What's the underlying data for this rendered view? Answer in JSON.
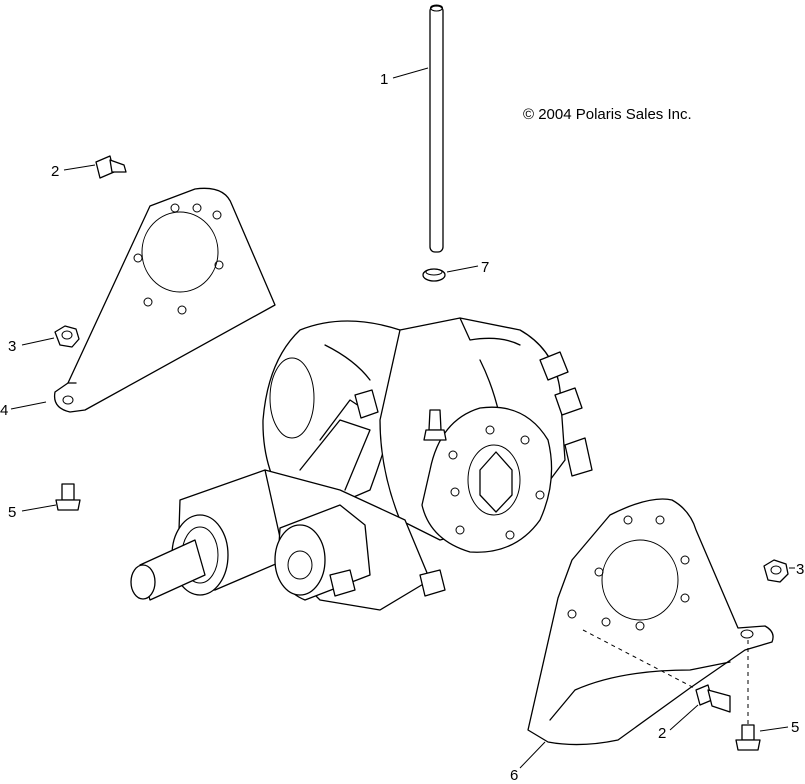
{
  "copyright": "© 2004 Polaris Sales Inc.",
  "callouts": [
    {
      "id": "1",
      "label": "1"
    },
    {
      "id": "2a",
      "label": "2"
    },
    {
      "id": "2b",
      "label": "2"
    },
    {
      "id": "3a",
      "label": "3"
    },
    {
      "id": "3b",
      "label": "3"
    },
    {
      "id": "4",
      "label": "4"
    },
    {
      "id": "5a",
      "label": "5"
    },
    {
      "id": "5b",
      "label": "5"
    },
    {
      "id": "6",
      "label": "6"
    },
    {
      "id": "7",
      "label": "7"
    }
  ]
}
